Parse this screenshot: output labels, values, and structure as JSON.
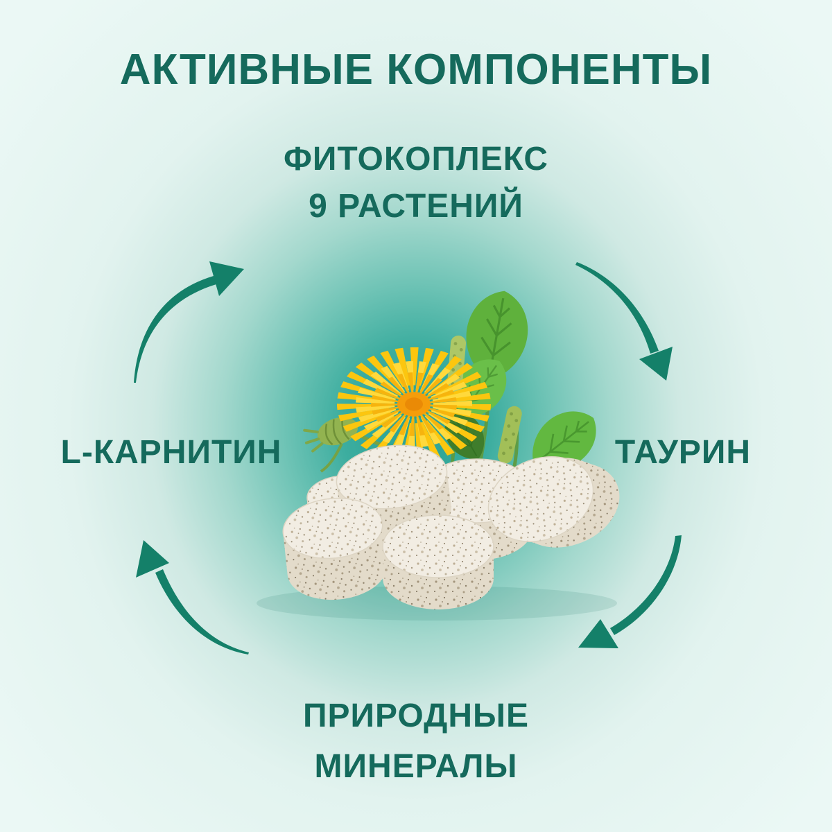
{
  "title": "АКТИВНЫЕ КОМПОНЕНТЫ",
  "labels": {
    "top": {
      "line1": "ФИТОКОПЛЕКС",
      "line2": "9 РАСТЕНИЙ"
    },
    "left": "L-КАРНИТИН",
    "right": "ТАУРИН",
    "bottom": {
      "line1": "ПРИРОДНЫЕ",
      "line2": "МИНЕРАЛЫ"
    }
  },
  "colors": {
    "text": "#156a5c",
    "arrow": "#148069",
    "background_center": "#28a193",
    "background_edge": "#ebf8f5",
    "flower": "#fcc60f",
    "leaves": "#5fb13c",
    "tablet": "#f2ede3"
  },
  "arrows": [
    {
      "position": "top-left",
      "points": "up-right",
      "flow": "clockwise"
    },
    {
      "position": "top-right",
      "points": "down",
      "flow": "clockwise"
    },
    {
      "position": "bottom-right",
      "points": "down-left",
      "flow": "clockwise"
    },
    {
      "position": "bottom-left",
      "points": "up",
      "flow": "clockwise"
    }
  ],
  "illustration": {
    "tablet_count": 6,
    "elements": [
      "speckled-tablets",
      "dandelion-flower",
      "birch-leaves",
      "birch-catkins",
      "flower-bud"
    ]
  }
}
